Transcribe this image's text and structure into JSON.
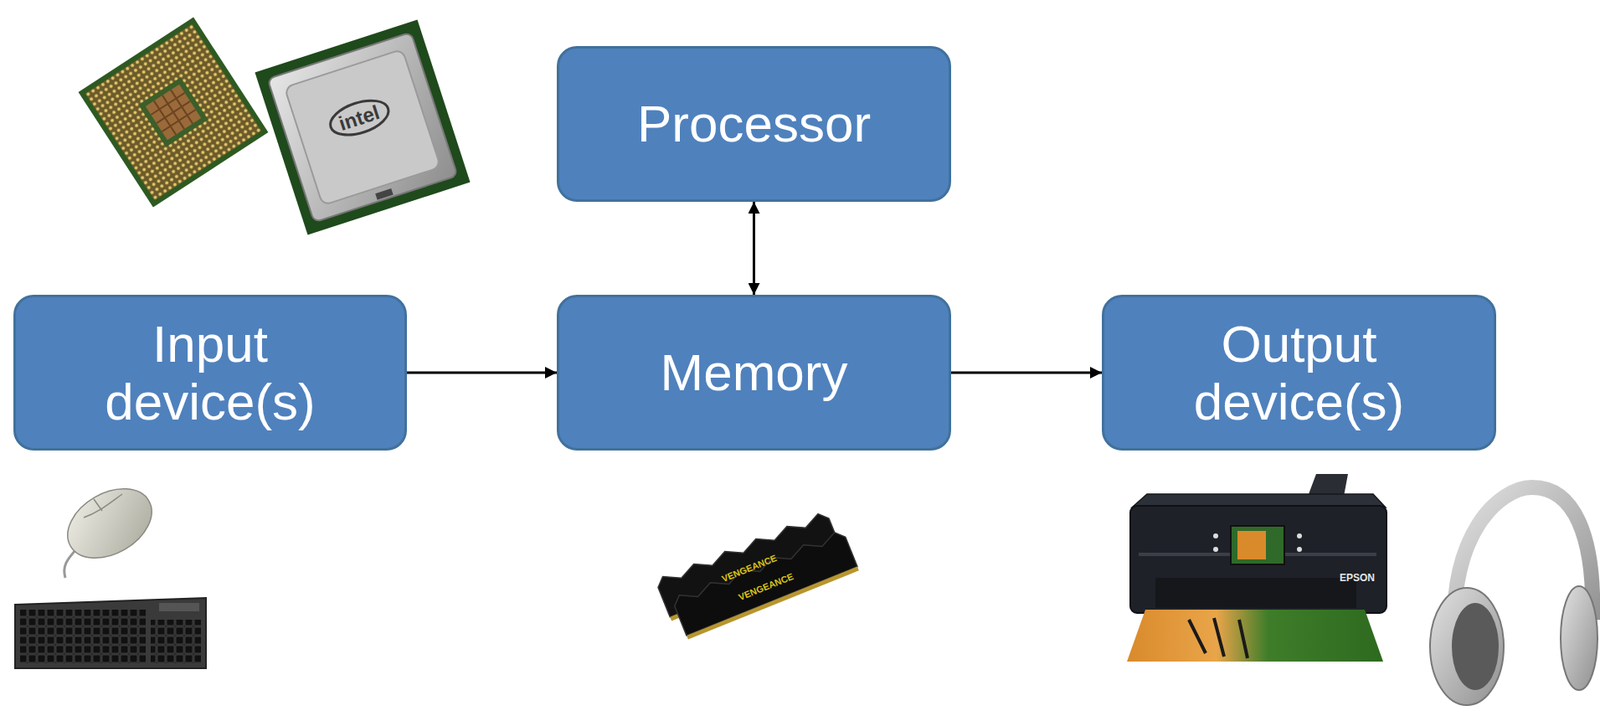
{
  "diagram": {
    "nodes": [
      {
        "text": [
          "Processor"
        ]
      },
      {
        "text": [
          "Input device(s)"
        ]
      },
      {
        "text": [
          "Memory"
        ]
      },
      {
        "text": [
          "Output device(s)"
        ]
      }
    ],
    "edges": [
      {
        "from": 0,
        "to": 2,
        "arrow": "both"
      },
      {
        "from": 1,
        "to": 2,
        "arrow": "to"
      },
      {
        "from": 2,
        "to": 3,
        "arrow": "to"
      }
    ],
    "labels": [
      "intel",
      "VENGEANCE",
      "VENGEANCE",
      "EPSON"
    ]
  }
}
